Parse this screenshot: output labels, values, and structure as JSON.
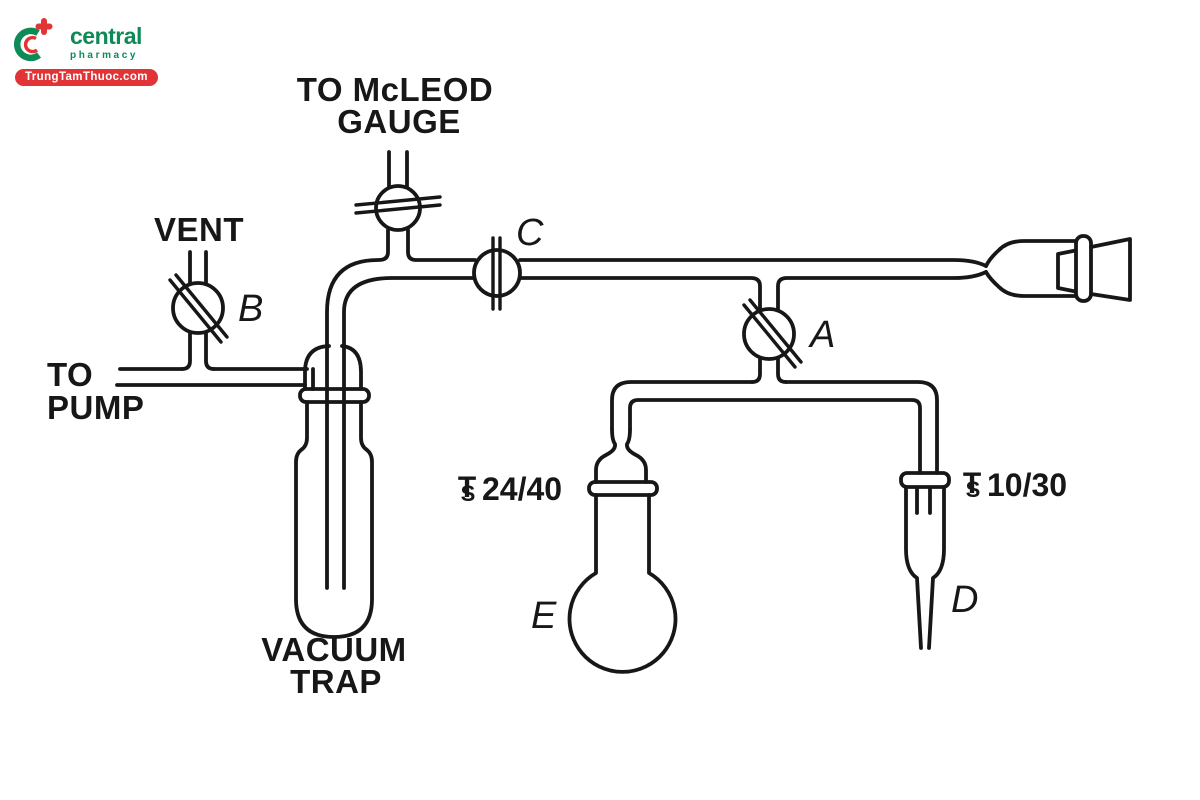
{
  "watermark": {
    "brand": "central",
    "brand_sub": "pharmacy",
    "badge": "TrungTamThuoc.com",
    "colors": {
      "green": "#0d8a56",
      "red": "#e23337"
    }
  },
  "diagram": {
    "line_color": "#171717",
    "labels": {
      "mcleod_line1": "TO McLEOD",
      "mcleod_line2": "GAUGE",
      "vent": "VENT",
      "pump_line1": "TO",
      "pump_line2": "PUMP",
      "trap_line1": "VACUUM",
      "trap_line2": "TRAP"
    },
    "stopcocks": {
      "a": "A",
      "b": "B",
      "c": "C"
    },
    "components": {
      "d": "D",
      "e": "E"
    },
    "joints": {
      "e": {
        "symbol_t": "T",
        "symbol_s": "S",
        "size": "24/40"
      },
      "d": {
        "symbol_t": "T",
        "symbol_s": "S",
        "size": "10/30"
      }
    }
  }
}
